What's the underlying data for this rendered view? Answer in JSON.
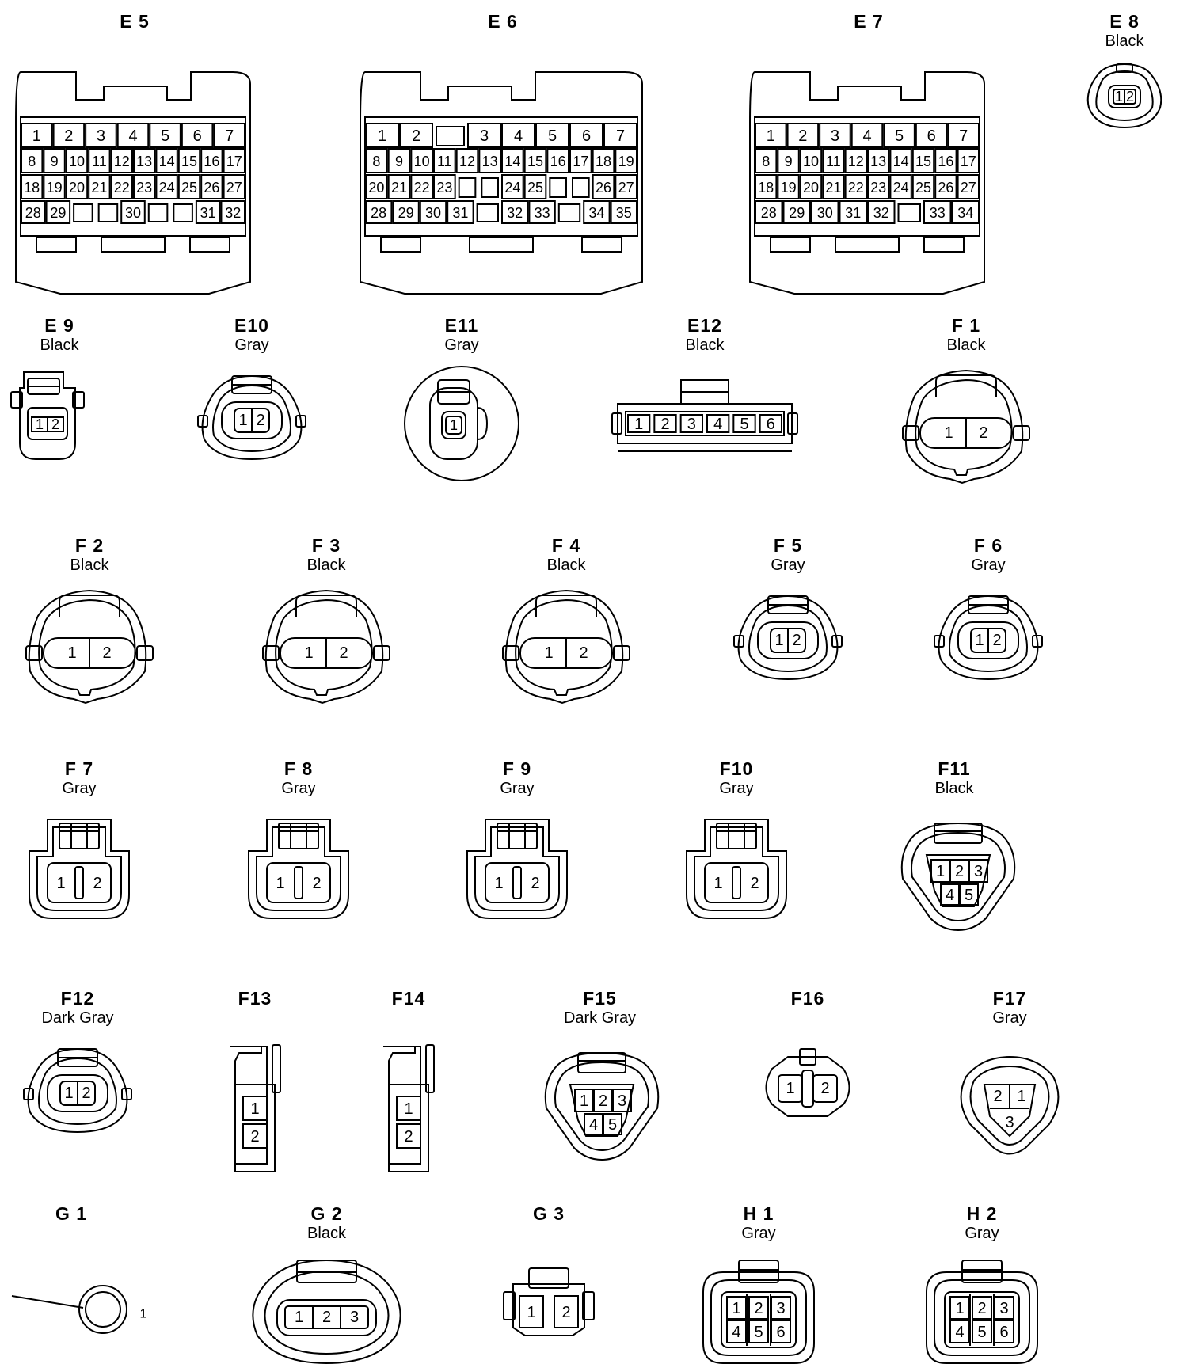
{
  "connectors": [
    {
      "id": "E5",
      "code": "E 5",
      "color": "",
      "kind": "ecu",
      "pins": [
        [
          "1",
          "2",
          "3",
          "4",
          "5",
          "6",
          "7"
        ],
        [
          "8",
          "9",
          "10",
          "11",
          "12",
          "13",
          "14",
          "15",
          "16",
          "17"
        ],
        [
          "18",
          "19",
          "20",
          "21",
          "22",
          "23",
          "24",
          "25",
          "26",
          "27"
        ],
        [
          "28",
          "29",
          "",
          "",
          "30",
          "",
          "",
          "31",
          "32"
        ]
      ]
    },
    {
      "id": "E6",
      "code": "E 6",
      "color": "",
      "kind": "ecu",
      "pins": [
        [
          "1",
          "2",
          "",
          "3",
          "4",
          "5",
          "6",
          "7"
        ],
        [
          "8",
          "9",
          "10",
          "11",
          "12",
          "13",
          "14",
          "15",
          "16",
          "17",
          "18",
          "19"
        ],
        [
          "20",
          "21",
          "22",
          "23",
          "",
          "",
          "24",
          "25",
          "",
          "",
          "26",
          "27"
        ],
        [
          "28",
          "29",
          "30",
          "31",
          "",
          "32",
          "33",
          "",
          "34",
          "35"
        ]
      ]
    },
    {
      "id": "E7",
      "code": "E 7",
      "color": "",
      "kind": "ecu",
      "pins": [
        [
          "1",
          "2",
          "3",
          "4",
          "5",
          "6",
          "7"
        ],
        [
          "8",
          "9",
          "10",
          "11",
          "12",
          "13",
          "14",
          "15",
          "16",
          "17"
        ],
        [
          "18",
          "19",
          "20",
          "21",
          "22",
          "23",
          "24",
          "25",
          "26",
          "27"
        ],
        [
          "28",
          "29",
          "30",
          "31",
          "32",
          "",
          "33",
          "34"
        ]
      ]
    },
    {
      "id": "E8",
      "code": "E 8",
      "color": "Black",
      "kind": "small2",
      "pins": [
        "1",
        "2"
      ]
    },
    {
      "id": "E9",
      "code": "E 9",
      "color": "Black",
      "kind": "e9",
      "pins": [
        "1",
        "2"
      ]
    },
    {
      "id": "E10",
      "code": "E10",
      "color": "Gray",
      "kind": "oval2",
      "pins": [
        "1",
        "2"
      ]
    },
    {
      "id": "E11",
      "code": "E11",
      "color": "Gray",
      "kind": "round1",
      "pins": [
        "1"
      ]
    },
    {
      "id": "E12",
      "code": "E12",
      "color": "Black",
      "kind": "linear6",
      "pins": [
        "1",
        "2",
        "3",
        "4",
        "5",
        "6"
      ]
    },
    {
      "id": "F1",
      "code": "F 1",
      "color": "Black",
      "kind": "big2",
      "pins": [
        "1",
        "2"
      ]
    },
    {
      "id": "F2",
      "code": "F 2",
      "color": "Black",
      "kind": "big2",
      "pins": [
        "1",
        "2"
      ]
    },
    {
      "id": "F3",
      "code": "F 3",
      "color": "Black",
      "kind": "big2",
      "pins": [
        "1",
        "2"
      ]
    },
    {
      "id": "F4",
      "code": "F 4",
      "color": "Black",
      "kind": "big2",
      "pins": [
        "1",
        "2"
      ]
    },
    {
      "id": "F5",
      "code": "F 5",
      "color": "Gray",
      "kind": "oval2",
      "pins": [
        "1",
        "2"
      ]
    },
    {
      "id": "F6",
      "code": "F 6",
      "color": "Gray",
      "kind": "oval2",
      "pins": [
        "1",
        "2"
      ]
    },
    {
      "id": "F7",
      "code": "F 7",
      "color": "Gray",
      "kind": "inj2",
      "pins": [
        "1",
        "2"
      ]
    },
    {
      "id": "F8",
      "code": "F 8",
      "color": "Gray",
      "kind": "inj2",
      "pins": [
        "1",
        "2"
      ]
    },
    {
      "id": "F9",
      "code": "F 9",
      "color": "Gray",
      "kind": "inj2",
      "pins": [
        "1",
        "2"
      ]
    },
    {
      "id": "F10",
      "code": "F10",
      "color": "Gray",
      "kind": "inj2",
      "pins": [
        "1",
        "2"
      ]
    },
    {
      "id": "F11",
      "code": "F11",
      "color": "Black",
      "kind": "tri5",
      "pins": [
        "1",
        "2",
        "3",
        "4",
        "5"
      ]
    },
    {
      "id": "F12",
      "code": "F12",
      "color": "Dark Gray",
      "kind": "oval2",
      "pins": [
        "1",
        "2"
      ]
    },
    {
      "id": "F13",
      "code": "F13",
      "color": "",
      "kind": "vert2",
      "pins": [
        "1",
        "2"
      ]
    },
    {
      "id": "F14",
      "code": "F14",
      "color": "",
      "kind": "vert2",
      "pins": [
        "1",
        "2"
      ]
    },
    {
      "id": "F15",
      "code": "F15",
      "color": "Dark Gray",
      "kind": "tri5",
      "pins": [
        "1",
        "2",
        "3",
        "4",
        "5"
      ]
    },
    {
      "id": "F16",
      "code": "F16",
      "color": "",
      "kind": "f16",
      "pins": [
        "1",
        "2"
      ]
    },
    {
      "id": "F17",
      "code": "F17",
      "color": "Gray",
      "kind": "tri3",
      "pins": [
        "2",
        "1",
        "3"
      ]
    },
    {
      "id": "G1",
      "code": "G 1",
      "color": "",
      "kind": "ring",
      "pins": [
        "1"
      ]
    },
    {
      "id": "G2",
      "code": "G 2",
      "color": "Black",
      "kind": "oval3",
      "pins": [
        "1",
        "2",
        "3"
      ]
    },
    {
      "id": "G3",
      "code": "G 3",
      "color": "",
      "kind": "g3",
      "pins": [
        "1",
        "2"
      ]
    },
    {
      "id": "H1",
      "code": "H 1",
      "color": "Gray",
      "kind": "sq6",
      "pins": [
        "1",
        "2",
        "3",
        "4",
        "5",
        "6"
      ]
    },
    {
      "id": "H2",
      "code": "H 2",
      "color": "Gray",
      "kind": "sq6",
      "pins": [
        "1",
        "2",
        "3",
        "4",
        "5",
        "6"
      ]
    }
  ]
}
